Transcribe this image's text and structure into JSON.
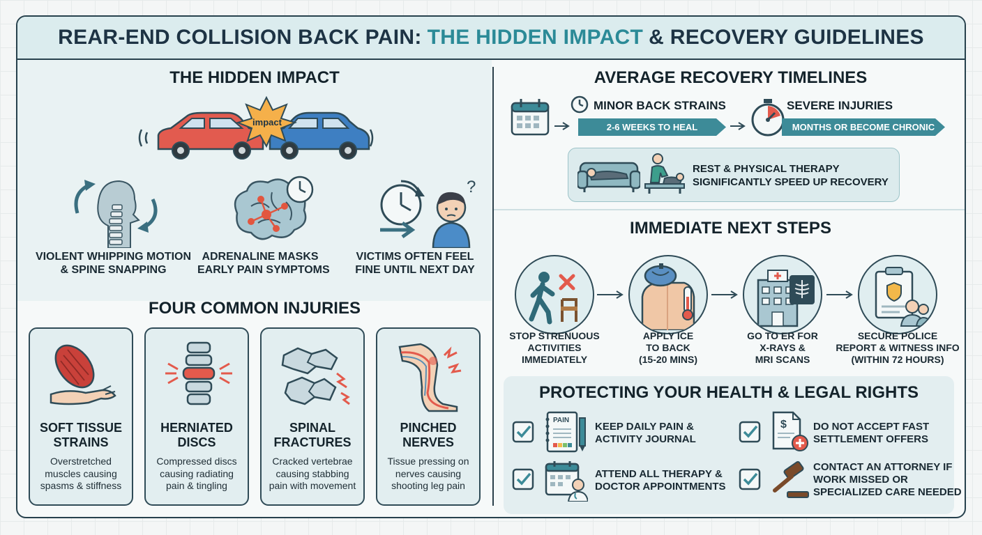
{
  "title": {
    "part1": "REAR-END COLLISION BACK PAIN:",
    "part2": "THE HIDDEN IMPACT",
    "part3": "& RECOVERY GUIDELINES"
  },
  "hidden_impact": {
    "heading": "THE HIDDEN IMPACT",
    "impact_label": "impact",
    "items": [
      {
        "line1": "VIOLENT WHIPPING MOTION",
        "line2": "& SPINE SNAPPING",
        "icon": "spine-whiplash-icon"
      },
      {
        "line1": "ADRENALINE MASKS",
        "line2": "EARLY PAIN SYMPTOMS",
        "icon": "brain-clock-icon"
      },
      {
        "line1": "VICTIMS OFTEN FEEL",
        "line2": "FINE UNTIL NEXT DAY",
        "icon": "clock-person-icon"
      }
    ]
  },
  "injuries": {
    "heading": "FOUR COMMON INJURIES",
    "cards": [
      {
        "title1": "SOFT TISSUE",
        "title2": "STRAINS",
        "d1": "Overstretched",
        "d2": "muscles causing",
        "d3": "spasms & stiffness",
        "icon": "muscle-icon"
      },
      {
        "title1": "HERNIATED",
        "title2": "DISCS",
        "d1": "Compressed discs",
        "d2": "causing radiating",
        "d3": "pain & tingling",
        "icon": "spine-disc-icon"
      },
      {
        "title1": "SPINAL",
        "title2": "FRACTURES",
        "d1": "Cracked vertebrae",
        "d2": "causing stabbing",
        "d3": "pain with movement",
        "icon": "fractured-vertebrae-icon"
      },
      {
        "title1": "PINCHED",
        "title2": "NERVES",
        "d1": "Tissue pressing on",
        "d2": "nerves causing",
        "d3": "shooting leg pain",
        "icon": "leg-nerve-icon"
      }
    ]
  },
  "recovery": {
    "heading": "AVERAGE RECOVERY TIMELINES",
    "minor_label": "MINOR BACK STRAINS",
    "minor_time": "2-6 WEEKS TO HEAL",
    "severe_label": "SEVERE INJURIES",
    "severe_time": "MONTHS OR BECOME CHRONIC",
    "rest_line1": "REST & PHYSICAL THERAPY",
    "rest_line2": "SIGNIFICANTLY SPEED UP RECOVERY"
  },
  "next_steps": {
    "heading": "IMMEDIATE NEXT STEPS",
    "steps": [
      {
        "l1": "STOP STRENUOUS",
        "l2": "ACTIVITIES",
        "l3": "IMMEDIATELY",
        "icon": "stop-activity-icon"
      },
      {
        "l1": "APPLY ICE",
        "l2": "TO BACK",
        "l3": "(15-20 MINS)",
        "icon": "ice-pack-icon"
      },
      {
        "l1": "GO TO ER FOR",
        "l2": "X-RAYS &",
        "l3": "MRI SCANS",
        "icon": "hospital-icon"
      },
      {
        "l1": "SECURE POLICE",
        "l2": "REPORT & WITNESS INFO",
        "l3": "(WITHIN 72 HOURS)",
        "icon": "police-report-icon"
      }
    ]
  },
  "protect": {
    "heading": "PROTECTING YOUR HEALTH & LEGAL RIGHTS",
    "journal_icon_text": "PAIN",
    "items": [
      {
        "l1": "KEEP DAILY PAIN &",
        "l2": "ACTIVITY JOURNAL",
        "l3": "",
        "icon": "pain-journal-icon"
      },
      {
        "l1": "ATTEND ALL THERAPY &",
        "l2": "DOCTOR APPOINTMENTS",
        "l3": "",
        "icon": "calendar-doctor-icon"
      },
      {
        "l1": "DO NOT ACCEPT FAST",
        "l2": "SETTLEMENT OFFERS",
        "l3": "",
        "icon": "settlement-document-icon"
      },
      {
        "l1": "CONTACT AN ATTORNEY IF",
        "l2": "WORK MISSED OR",
        "l3": "SPECIALIZED CARE NEEDED",
        "icon": "gavel-icon"
      }
    ]
  },
  "colors": {
    "dark": "#1d3344",
    "teal": "#2b8a97",
    "red": "#e15a4c",
    "blue": "#3f7fc0",
    "panel": "#dbecee"
  }
}
